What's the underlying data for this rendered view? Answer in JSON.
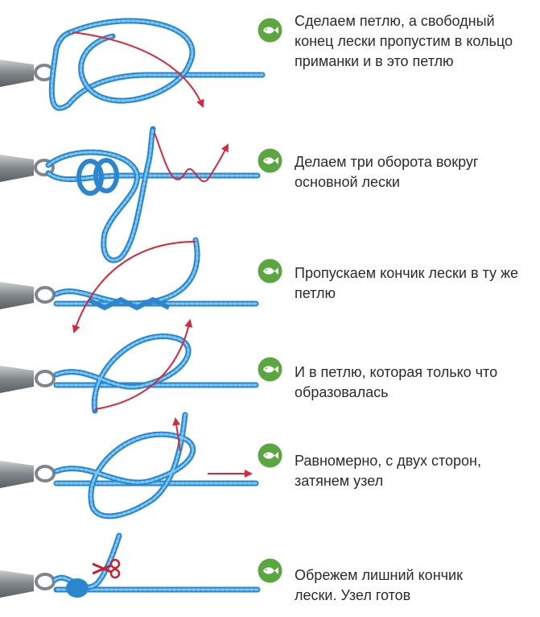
{
  "steps": [
    {
      "text": "Сделаем петлю, а свободный конец лески пропустим в кольцо приманки и в это петлю",
      "icon": "fish-badge-icon"
    },
    {
      "text": "Делаем три оборота вокруг основной лески",
      "icon": "fish-badge-icon"
    },
    {
      "text": "Пропускаем кончик лески в ту же петлю",
      "icon": "fish-badge-icon"
    },
    {
      "text": "И в петлю, которая только что образовалась",
      "icon": "fish-badge-icon"
    },
    {
      "text": "Равномерно, с двух сторон, затянем узел",
      "icon": "fish-badge-icon"
    },
    {
      "text": "Обрежем лишний кончик лески. Узел готов",
      "icon": "fish-badge-icon"
    }
  ],
  "colors": {
    "rope_dark": "#2a86cf",
    "rope_light": "#7cc8f4",
    "arrow": "#d8283a",
    "badge": "#5ba73f",
    "lure": "#8d9396",
    "text": "#2b2b2b"
  }
}
